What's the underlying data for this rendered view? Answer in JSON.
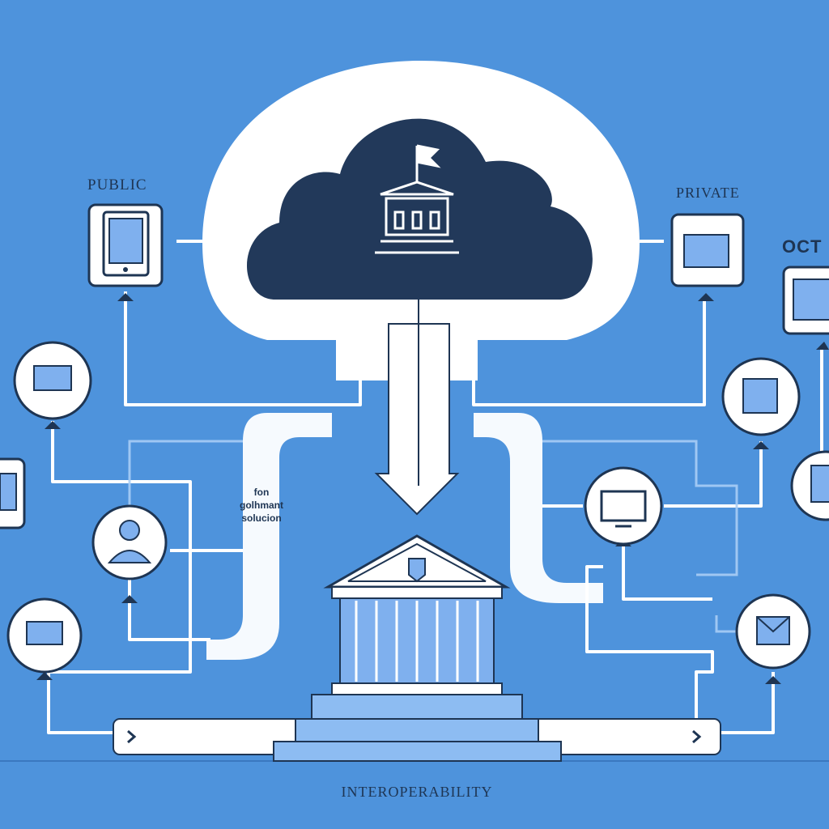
{
  "labels": {
    "public": "PUBLIC",
    "private": "PRIVATE",
    "other": "OCT",
    "center": [
      "fon",
      "golhmant",
      "solucion"
    ],
    "footer": "INTEROPERABILITY"
  },
  "colors": {
    "background": "#4e93dc",
    "cloud": "#22395a",
    "ribbon": "#ffffff",
    "building": "#7fb0ee",
    "stroke": "#1e3553"
  },
  "icons": [
    "cloud-icon",
    "government-building-icon",
    "tablet-icon",
    "office-building-icon",
    "laptop-icon",
    "user-icon",
    "monitor-icon",
    "envelope-icon",
    "chevron-right-icon"
  ]
}
